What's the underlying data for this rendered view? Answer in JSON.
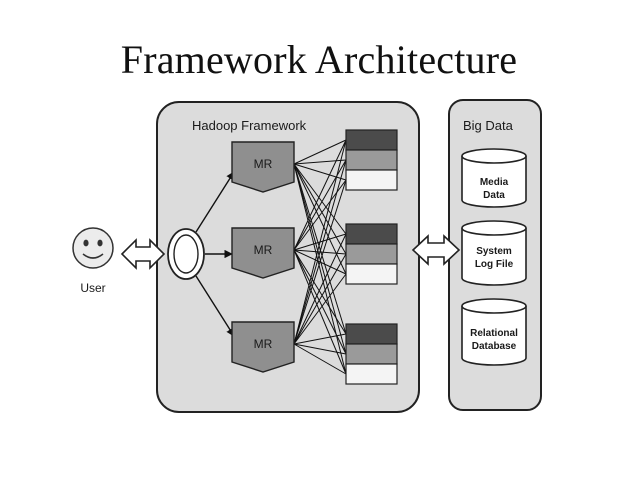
{
  "slide": {
    "title": "Framework Architecture"
  },
  "diagram": {
    "hadoop_label": "Hadoop Framework",
    "bigdata_label": "Big Data",
    "user_label": "User",
    "mr_nodes": [
      {
        "label": "MR"
      },
      {
        "label": "MR"
      },
      {
        "label": "MR"
      }
    ],
    "stores": [
      {
        "line1": "Media",
        "line2": "Data"
      },
      {
        "line1": "System",
        "line2": "Log File"
      },
      {
        "line1": "Relational",
        "line2": "Database"
      }
    ]
  }
}
